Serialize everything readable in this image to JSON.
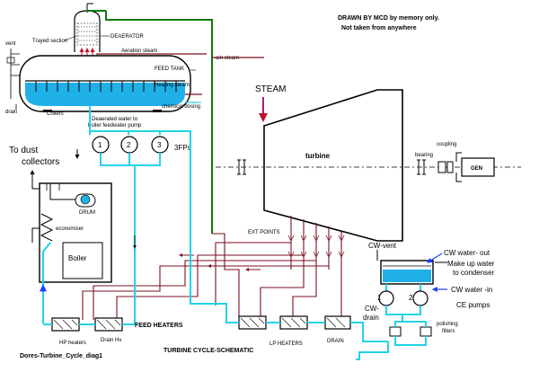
{
  "notes": {
    "drawn_by": "DRAWN BY MCD by memory only.",
    "not_taken": "Not taken from anywhere"
  },
  "deaerator": {
    "vent": "vent",
    "trayed_section": "Trayed section",
    "deaerator": "DEAERATOR",
    "aeration_steam": "Aeration steam",
    "feed_tank": "FEED TANK",
    "heating_steam": "Heating steam",
    "chemical_dosing": "chemical dosing",
    "drain": "drain",
    "coilers": "Coilers",
    "deaerated_water": "Deaerated water to",
    "boiler_feed_pump": "boiler feedwater pump"
  },
  "pumps": {
    "p1": "1",
    "p2": "2",
    "p3": "3",
    "label": "3FPs"
  },
  "boiler": {
    "to_dust": "To dust",
    "collectors": "collectors",
    "drum": "DRUM",
    "economiser": "economiser",
    "boiler": "Boiler"
  },
  "turbine": {
    "steam": "STEAM",
    "main_steam": "ain steam",
    "turbine": "turbine",
    "ext_points": "EXT POINTS",
    "bearing": "bearing",
    "coupling": "coupling",
    "gen": "GEN"
  },
  "condenser": {
    "cw_vent": "CW-vent",
    "cw_out": "CW water- out",
    "makeup1": "Make up water",
    "makeup2": "to condenser",
    "cw_in": "CW water -in",
    "ce_pumps": "CE pumps",
    "cep1": "1",
    "cep2": "2",
    "cw_drain1": "CW-",
    "cw_drain2": "drain",
    "polishing1": "polishing",
    "polishing2": "filters"
  },
  "heaters": {
    "hp": "HP heaters",
    "drain_hv": "Drain Hv",
    "feed": "FEED HEATERS",
    "lp": "LP HEATERS",
    "drain": "DRAIN"
  },
  "captions": {
    "diag_name": "Dores-Turbine_Cycle_diag1",
    "schematic": "TURBINE CYCLE-SCHEMATIC"
  },
  "colors": {
    "water_line": "#22d3e6",
    "tank_water": "#1fb0e8",
    "steam_line": "#7a1020",
    "main_steam_line": "#0a7a0a",
    "steam_inlet": "#a0207a",
    "blue_line": "#1e3cff"
  }
}
